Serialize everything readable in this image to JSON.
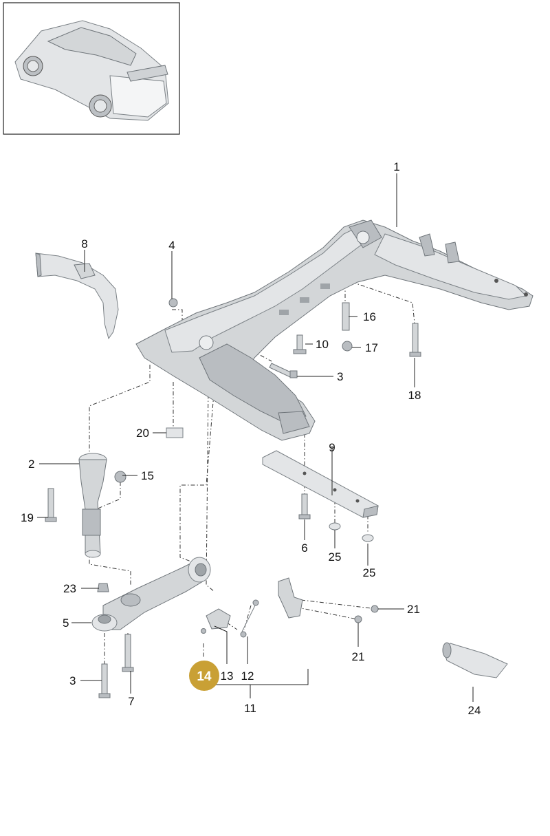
{
  "highlight": {
    "part": "14",
    "color": "#c9a035"
  },
  "callouts": {
    "c1": "1",
    "c2": "2",
    "c3a": "3",
    "c3b": "3",
    "c4": "4",
    "c5": "5",
    "c6": "6",
    "c7": "7",
    "c8": "8",
    "c9": "9",
    "c10": "10",
    "c11": "11",
    "c12": "12",
    "c13": "13",
    "c14": "14",
    "c15": "15",
    "c16": "16",
    "c17": "17",
    "c18": "18",
    "c19": "19",
    "c20": "20",
    "c21a": "21",
    "c21b": "21",
    "c23": "23",
    "c24": "24",
    "c25a": "25",
    "c25b": "25"
  },
  "icons": [
    "vehicle-thumbnail-icon"
  ]
}
